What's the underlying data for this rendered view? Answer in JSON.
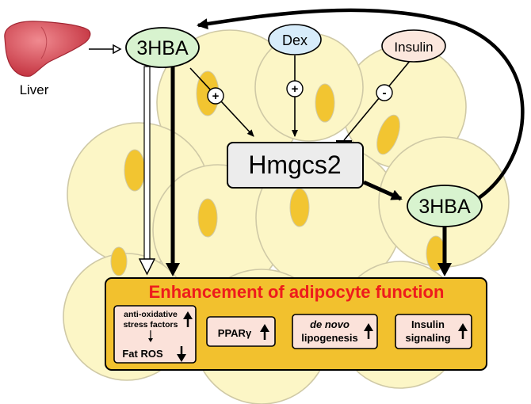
{
  "nodes": {
    "liver_label": "Liver",
    "hba_top": "3HBA",
    "hba_right": "3HBA",
    "dex": "Dex",
    "insulin": "Insulin",
    "hmgcs2": "Hmgcs2"
  },
  "signs": {
    "plus_1": "+",
    "plus_2": "+",
    "minus": "-"
  },
  "function_box": {
    "title": "Enhancement of adipocyte function",
    "item1_line1": "anti-oxidative",
    "item1_line2": "stress factors",
    "item1_line3": "Fat ROS",
    "item2": "PPARγ",
    "item3_line1": "de novo",
    "item3_line2": "lipogenesis",
    "item4_line1": "Insulin",
    "item4_line2": "signaling"
  },
  "colors": {
    "cell_fill": "#FCF6C6",
    "cell_stroke": "#CFC9A6",
    "nucleus": "#F2C531",
    "node_green": "#D8F3CF",
    "node_blue": "#D7ECFA",
    "node_pink": "#FBE7DD",
    "box_orange": "#F2C12E",
    "item_fill": "#FBE2DA",
    "title_red": "#EE1C1C",
    "liver": "#D94A55"
  }
}
